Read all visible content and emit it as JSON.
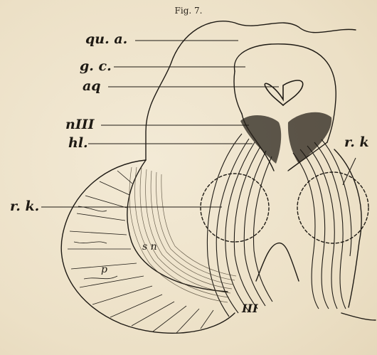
{
  "figure": {
    "caption": "Fig. 7.",
    "labels": {
      "qu_a": "qu. a.",
      "g_c": "g. c.",
      "aq": "aq",
      "n_III": "nIII",
      "hl": "hl.",
      "r_k_left": "r. k.",
      "r_k_right": "r. k",
      "s_n": "s n",
      "p": "p",
      "III": "III"
    }
  },
  "colors": {
    "ink": "#1e1a14",
    "paper": "#efe4cd"
  }
}
